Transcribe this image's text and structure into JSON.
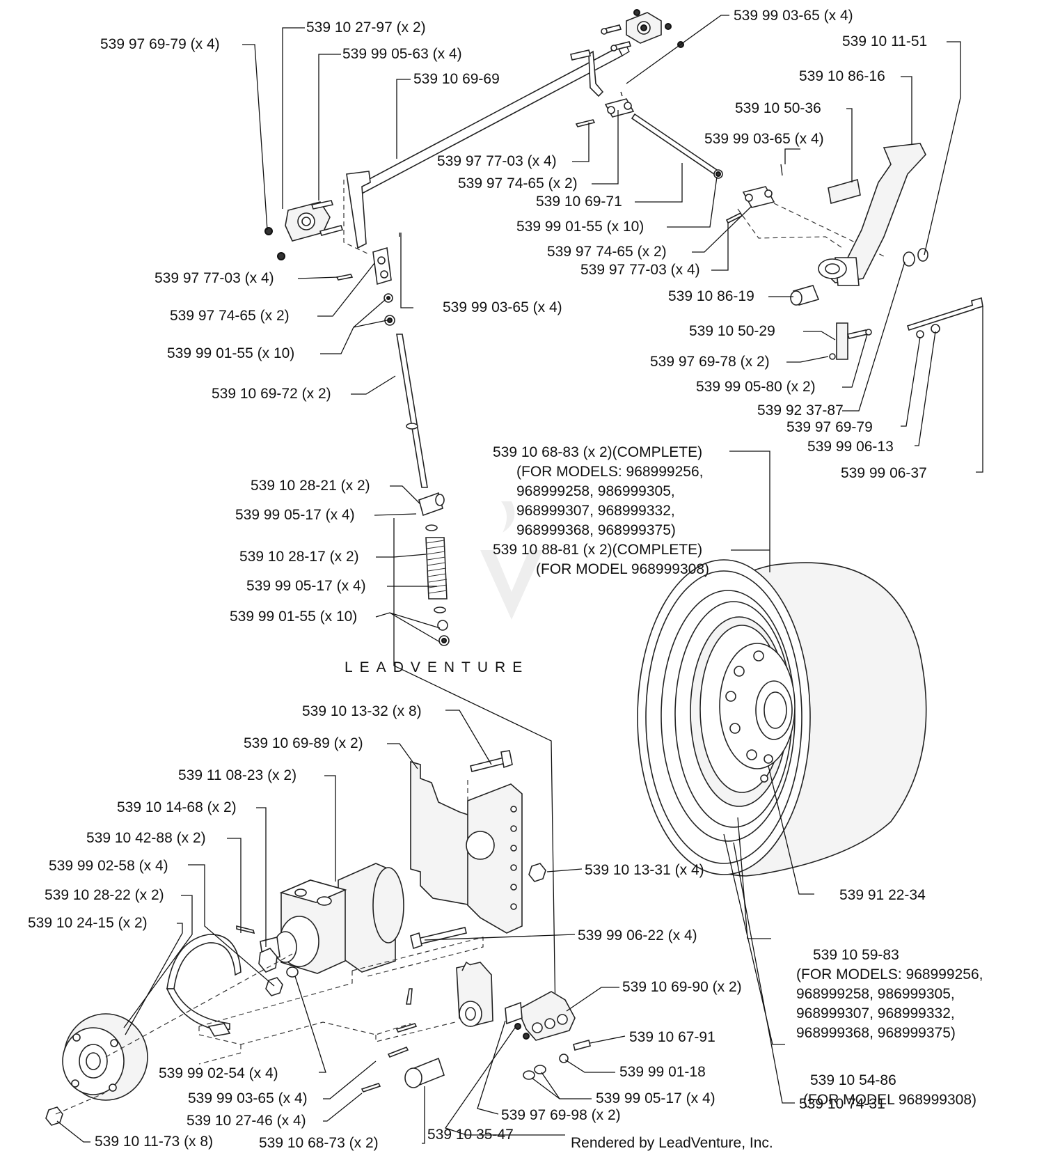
{
  "watermark": "LEADVENTURE",
  "footer": "Rendered by LeadVenture, Inc.",
  "callouts": [
    {
      "part": "539 99 03-65",
      "qty": "(x 4)"
    },
    {
      "part": "539 10 27-97",
      "qty": "(x 2)"
    },
    {
      "part": "539 97 69-79",
      "qty": "(x 4)"
    },
    {
      "part": "539 99 05-63",
      "qty": "(x 4)"
    },
    {
      "part": "539 10 11-51",
      "qty": ""
    },
    {
      "part": "539 10 69-69",
      "qty": ""
    },
    {
      "part": "539 10 86-16",
      "qty": ""
    },
    {
      "part": "539 10 50-36",
      "qty": ""
    },
    {
      "part": "539 99 03-65",
      "qty": "(x 4)"
    },
    {
      "part": "539 97 77-03",
      "qty": "(x 4)"
    },
    {
      "part": "539 97 74-65",
      "qty": "(x 2)"
    },
    {
      "part": "539 10 69-71",
      "qty": ""
    },
    {
      "part": "539 99 01-55",
      "qty": "(x 10)"
    },
    {
      "part": "539 97 74-65",
      "qty": "(x 2)"
    },
    {
      "part": "539 97 77-03",
      "qty": "(x 4)"
    },
    {
      "part": "539 97 77-03",
      "qty": "(x 4)"
    },
    {
      "part": "539 10 86-19",
      "qty": ""
    },
    {
      "part": "539 97 74-65",
      "qty": "(x 2)"
    },
    {
      "part": "539 99 03-65",
      "qty": "(x 4)"
    },
    {
      "part": "539 10 50-29",
      "qty": ""
    },
    {
      "part": "539 99 01-55",
      "qty": "(x 10)"
    },
    {
      "part": "539 97 69-78",
      "qty": "(x 2)"
    },
    {
      "part": "539 99 05-80",
      "qty": "(x 2)"
    },
    {
      "part": "539 10 69-72",
      "qty": "(x 2)"
    },
    {
      "part": "539 92 37-87",
      "qty": ""
    },
    {
      "part": "539 97 69-79",
      "qty": ""
    },
    {
      "part": "539 99 06-13",
      "qty": ""
    },
    {
      "part": "539 99 06-37",
      "qty": ""
    },
    {
      "part": "539 10 28-21",
      "qty": "(x 2)"
    },
    {
      "part": "539 99 05-17",
      "qty": "(x 4)"
    },
    {
      "part": "539 10 28-17",
      "qty": "(x 2)"
    },
    {
      "part": "539 99 05-17",
      "qty": "(x 4)"
    },
    {
      "part": "539 99 01-55",
      "qty": "(x 10)"
    },
    {
      "part": "539 10 13-32",
      "qty": "(x 8)"
    },
    {
      "part": "539 10 69-89",
      "qty": "(x 2)"
    },
    {
      "part": "539 11 08-23",
      "qty": "(x 2)"
    },
    {
      "part": "539 10 14-68",
      "qty": "(x 2)"
    },
    {
      "part": "539 10 42-88",
      "qty": "(x 2)"
    },
    {
      "part": "539 99 02-58",
      "qty": "(x 4)"
    },
    {
      "part": "539 10 28-22",
      "qty": "(x 2)"
    },
    {
      "part": "539 10 24-15",
      "qty": "(x 2)"
    },
    {
      "part": "539 10 13-31",
      "qty": "(x 4)"
    },
    {
      "part": "539 91 22-34",
      "qty": ""
    },
    {
      "part": "539 99 06-22",
      "qty": "(x 4)"
    },
    {
      "part": "539 10 69-90",
      "qty": "(x 2)"
    },
    {
      "part": "539 10 67-91",
      "qty": ""
    },
    {
      "part": "539 99 01-18",
      "qty": ""
    },
    {
      "part": "539 99 02-54",
      "qty": "(x 4)"
    },
    {
      "part": "539 99 03-65",
      "qty": "(x 4)"
    },
    {
      "part": "539 99 05-17",
      "qty": "(x 4)"
    },
    {
      "part": "539 10 27-46",
      "qty": "(x 4)"
    },
    {
      "part": "539 97 69-98",
      "qty": "(x 2)"
    },
    {
      "part": "539 10 74-31",
      "qty": ""
    },
    {
      "part": "539 10 11-73",
      "qty": "(x 8)"
    },
    {
      "part": "539 10 68-73",
      "qty": "(x 2)"
    },
    {
      "part": "539 10 35-47",
      "qty": ""
    }
  ],
  "wheel_complete": {
    "line1_part": "539 10 68-83",
    "line1_qty": "(x 2)",
    "line1_tail": "(COMPLETE)",
    "models_lines": [
      "(FOR MODELS: 968999256,",
      "968999258,  986999305,",
      "968999307, 968999332,",
      "968999368,  968999375)"
    ],
    "line2_part": "539 10 88-81",
    "line2_qty": "(x 2)",
    "line2_tail": "(COMPLETE)",
    "line2_model": "(FOR MODEL 968999308)"
  },
  "tire_a": {
    "part": "539 10 59-83",
    "models_lines": [
      "(FOR MODELS: 968999256,",
      "968999258,  986999305,",
      "968999307, 968999332,",
      "968999368,  968999375)"
    ]
  },
  "tire_b": {
    "part": "539 10 54-86",
    "model": "(FOR MODEL 968999308)"
  }
}
